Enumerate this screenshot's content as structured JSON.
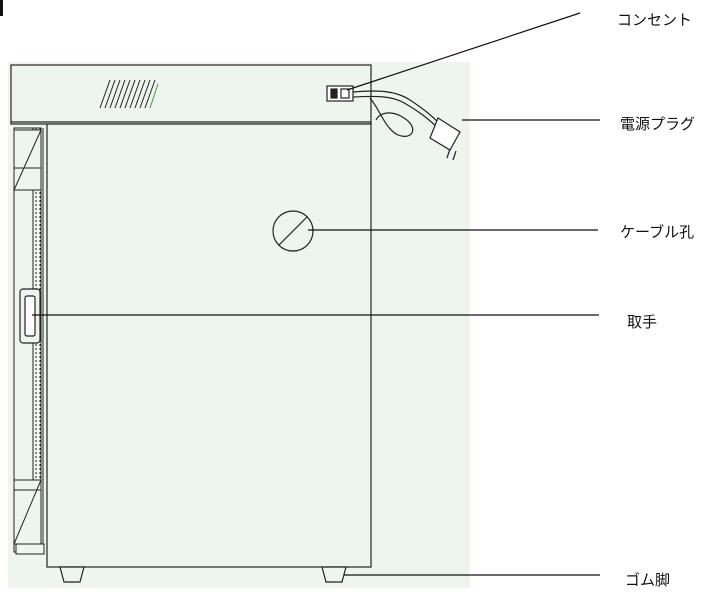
{
  "callouts": {
    "outlet": "コンセント",
    "power_plug": "電源プラグ",
    "cable_hole": "ケーブル孔",
    "handle": "取手",
    "rubber_feet": "ゴム脚"
  },
  "colors": {
    "background_panel": "#eef5ee",
    "outline": "#222222",
    "vent_accent": "#3f9e3f"
  }
}
